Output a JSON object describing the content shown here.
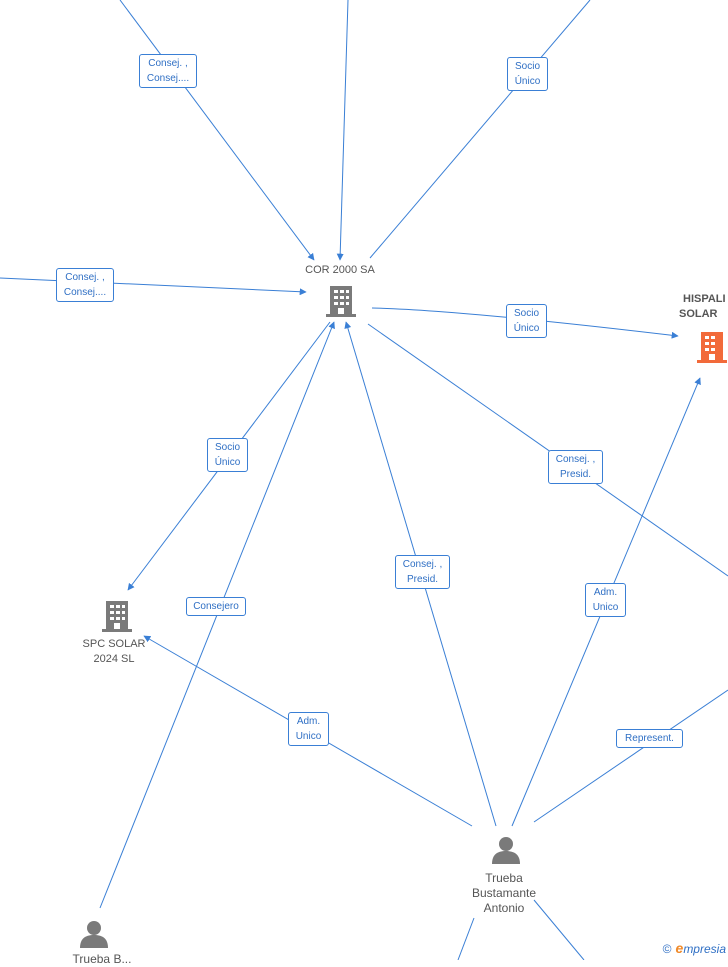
{
  "nodes": {
    "cor2000": {
      "label": "COR 2000 SA"
    },
    "hispali": {
      "label_line1": "HISPALI",
      "label_line2": "SOLAR"
    },
    "spc": {
      "label_line1": "SPC SOLAR",
      "label_line2": "2024  SL"
    },
    "trueba": {
      "label_line1": "Trueba",
      "label_line2": "Bustamante",
      "label_line3": "Antonio"
    },
    "trueba2": {
      "label": "Trueba B..."
    }
  },
  "edges": {
    "e1": {
      "line1": "Consej. ,",
      "line2": "Consej...."
    },
    "e2": {
      "line1": "Socio",
      "line2": "Único"
    },
    "e3": {
      "line1": "Consej. ,",
      "line2": "Consej...."
    },
    "e4": {
      "line1": "Socio",
      "line2": "Único"
    },
    "e5": {
      "line1": "Socio",
      "line2": "Único"
    },
    "e6": {
      "line1": "Consej. ,",
      "line2": "Presid."
    },
    "e7": {
      "line1": "Consejero"
    },
    "e8": {
      "line1": "Consej. ,",
      "line2": "Presid."
    },
    "e9": {
      "line1": "Adm.",
      "line2": "Unico"
    },
    "e10": {
      "line1": "Adm.",
      "line2": "Unico"
    },
    "e11": {
      "line1": "Represent."
    }
  },
  "colors": {
    "edge": "#3a7fd5",
    "company": "#7a7a7a",
    "highlight_company": "#f26a3a",
    "person": "#7a7a7a"
  },
  "footer": {
    "copyright": "©",
    "brand_first": "e",
    "brand_rest": "mpresia"
  }
}
